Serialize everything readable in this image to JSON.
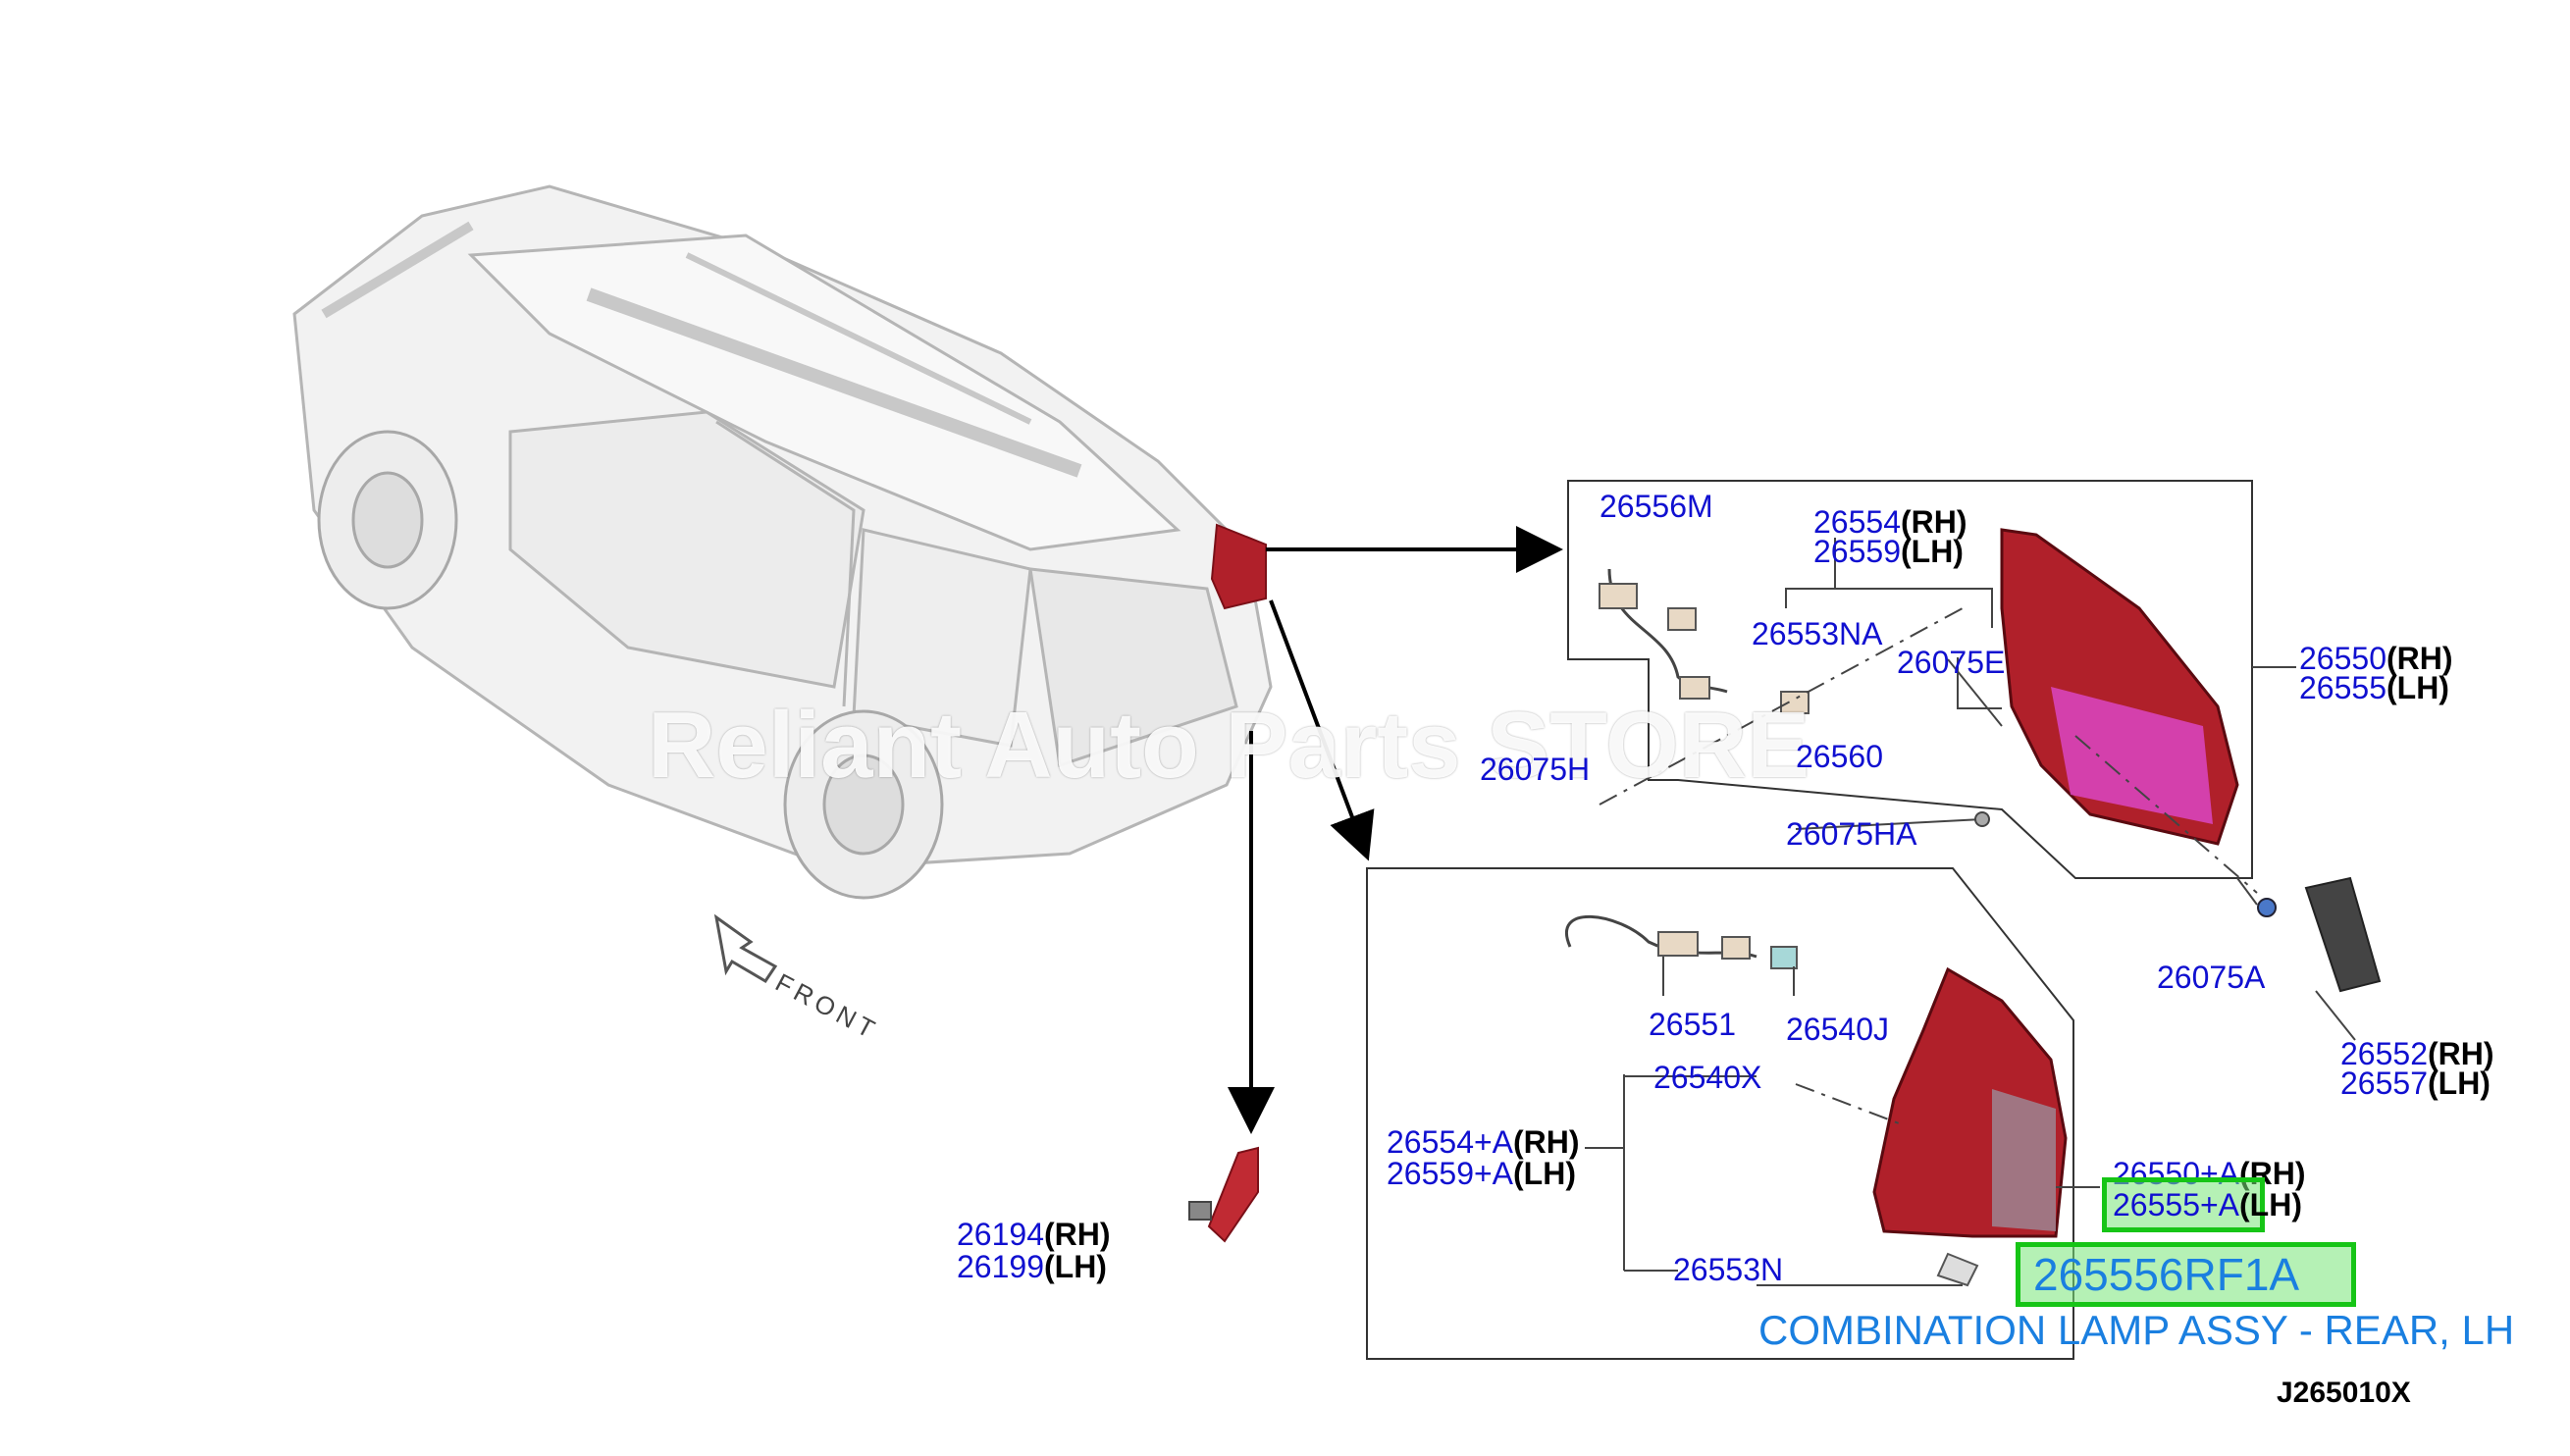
{
  "parts": {
    "p26556M": "26556M",
    "p26554": "26554",
    "p26559": "26559",
    "p26553NA": "26553NA",
    "p26075E": "26075E",
    "p26550": "26550",
    "p26555": "26555",
    "p26075H": "26075H",
    "p26560": "26560",
    "p26075HA": "26075HA",
    "p26075A": "26075A",
    "p26552": "26552",
    "p26557": "26557",
    "p26551": "26551",
    "p26540J": "26540J",
    "p26540X": "26540X",
    "p26554A": "26554+A",
    "p26559A": "26559+A",
    "p26550A": "26550+A",
    "p26555A": "26555+A",
    "p26553N": "26553N",
    "p26194": "26194",
    "p26199": "26199"
  },
  "side": {
    "rh": "(RH)",
    "lh": "(LH)"
  },
  "front_label": "FRONT",
  "highlight": {
    "part_number": "265556RF1A",
    "description": "COMBINATION LAMP ASSY - REAR, LH"
  },
  "watermark": "Reliant Auto Parts STORE",
  "diagram_code": "J265010X",
  "colors": {
    "part_number": "#1010d0",
    "highlight_border": "#16c516",
    "highlight_text": "#1a7fe0",
    "lamp_red": "#b0202a"
  }
}
